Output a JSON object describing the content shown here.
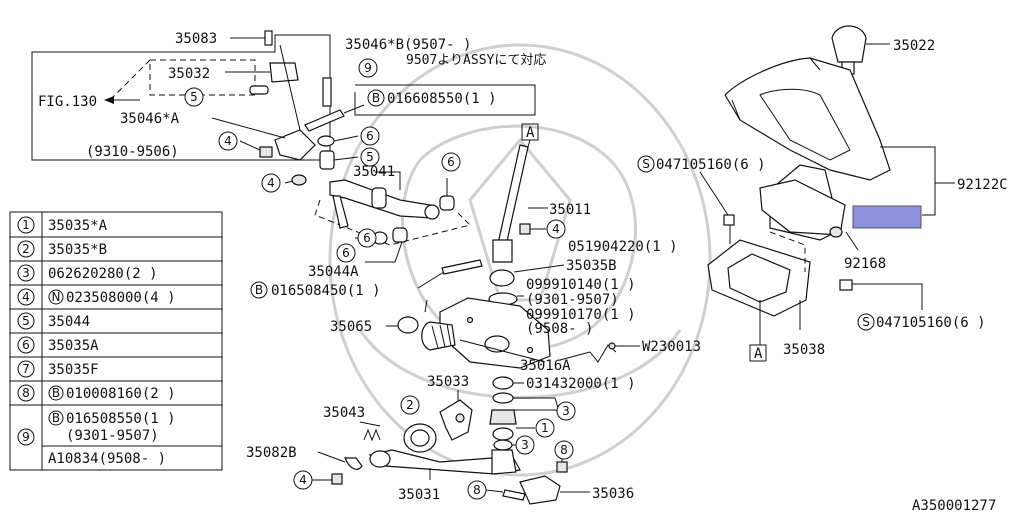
{
  "diagram": {
    "labels": {
      "p35083": "35083",
      "p35046b": "35046*B(9507- )",
      "p35046b_note": "9507よりASSYにて対応",
      "p35032": "35032",
      "fig130": "FIG.130",
      "p35046a": "35046*A",
      "range_9310": "(9310-9506)",
      "b016608550": "016608550(1 )",
      "p35041": "35041",
      "p35011": "35011",
      "p35044a": "35044A",
      "p051904220": "051904220(1 )",
      "p35035b": "35035B",
      "b016508450": "016508450(1 )",
      "p099910140": "099910140(1 )",
      "range_9301": "(9301-9507)",
      "p099910170": "099910170(1 )",
      "range_9508": "(9508- )",
      "p35065": "35065",
      "p35016a": "35016A",
      "w230013": "W230013",
      "p031432000": "031432000(1 )",
      "p35033": "35033",
      "p35043": "35043",
      "p35082b": "35082B",
      "p35031": "35031",
      "p35036": "35036",
      "p35022": "35022",
      "s047105160_top": "047105160(6 )",
      "p92122c": "92122C",
      "p92168": "92168",
      "s047105160_bot": "047105160(6 )",
      "p35038": "35038",
      "box_a": "A",
      "figure_id": "A350001277"
    },
    "prefix": {
      "b": "B",
      "s": "S",
      "n": "N"
    },
    "callouts": [
      "1",
      "2",
      "3",
      "4",
      "5",
      "6",
      "7",
      "8",
      "9"
    ],
    "legend": [
      {
        "num": "1",
        "text": "35035*A"
      },
      {
        "num": "2",
        "text": "35035*B"
      },
      {
        "num": "3",
        "text": "062620280(2 )"
      },
      {
        "num": "4",
        "prefix": "N",
        "text": "023508000(4 )"
      },
      {
        "num": "5",
        "text": "35044"
      },
      {
        "num": "6",
        "text": "35035A"
      },
      {
        "num": "7",
        "text": "35035F"
      },
      {
        "num": "8",
        "prefix": "B",
        "text": "010008160(2 )"
      },
      {
        "num": "9",
        "prefix": "B",
        "text": "016508550(1 )",
        "text2": "(9301-9507)",
        "text3": "A10834(9508- )"
      }
    ]
  }
}
